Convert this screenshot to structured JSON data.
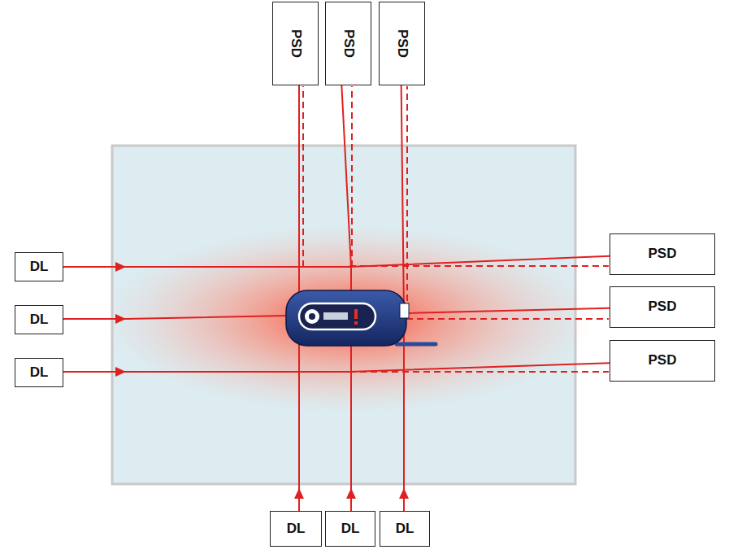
{
  "diagram": {
    "nodes": [
      {
        "text": [
          "PSD"
        ]
      },
      {
        "text": [
          "PSD"
        ]
      },
      {
        "text": [
          "PSD"
        ]
      },
      {
        "text": [
          "DL"
        ]
      },
      {
        "text": [
          "PSD"
        ]
      },
      {
        "text": [
          "DL"
        ]
      },
      {
        "text": [
          "PSD"
        ]
      },
      {
        "text": [
          "DL"
        ]
      },
      {
        "text": [
          "PSD"
        ]
      },
      {
        "text": [
          "DL"
        ]
      },
      {
        "text": [
          "DL"
        ]
      },
      {
        "text": [
          "DL"
        ]
      }
    ],
    "edges": [
      {
        "from": 3,
        "to": 4,
        "arrow": "to"
      },
      {
        "from": 5,
        "to": 6,
        "arrow": "to"
      },
      {
        "from": 7,
        "to": 8,
        "arrow": "to"
      },
      {
        "from": 9,
        "to": 0,
        "arrow": "to"
      },
      {
        "from": 10,
        "to": 1,
        "arrow": "to"
      },
      {
        "from": 11,
        "to": 2,
        "arrow": "to"
      }
    ]
  }
}
